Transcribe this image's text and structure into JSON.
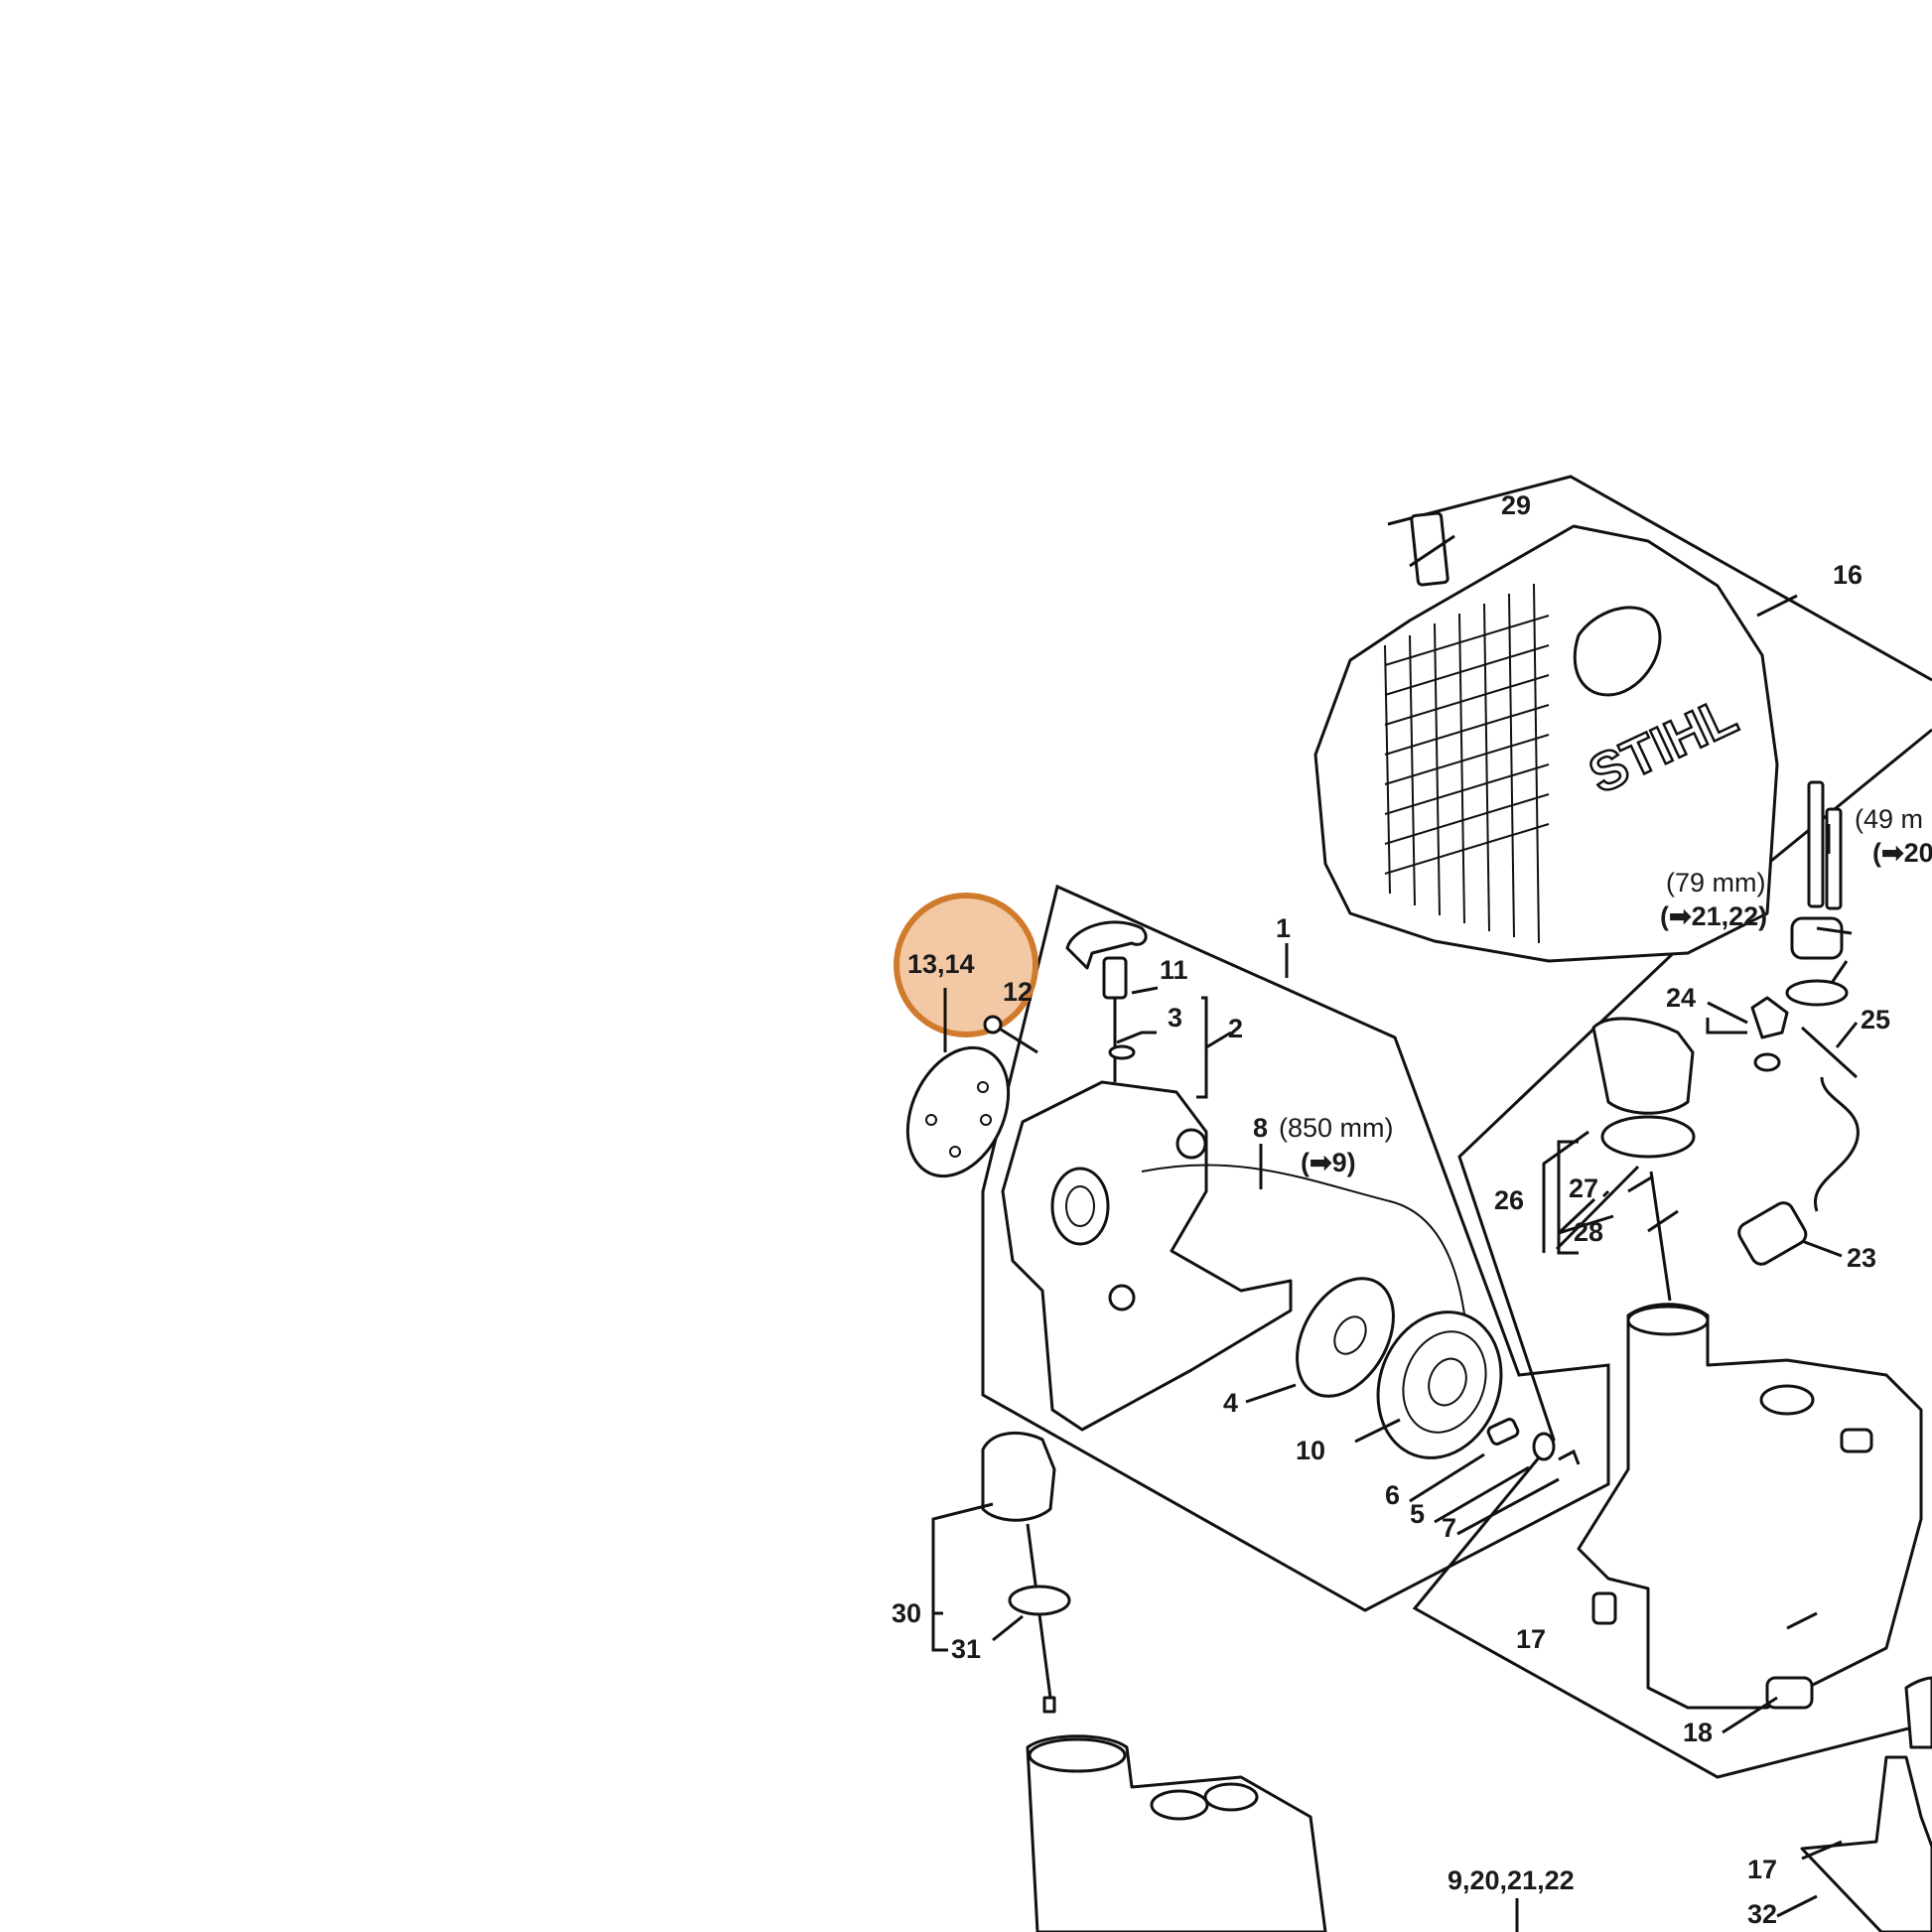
{
  "diagram": {
    "highlight": {
      "label": "13,14",
      "fill": "#f2c9a4",
      "stroke": "#d07a2c"
    },
    "logo_text": "STIHL",
    "labels": {
      "l1": "1",
      "l2": "2",
      "l3": "3",
      "l4": "4",
      "l5": "5",
      "l6": "6",
      "l7": "7",
      "l8": "8",
      "l8_len": "(850 mm)",
      "l8_ref": "(➡9)",
      "l10": "10",
      "l11": "11",
      "l12": "12",
      "l16": "16",
      "l17a": "17",
      "l17b": "17",
      "l18": "18",
      "l23": "23",
      "l24": "24",
      "l25": "25",
      "l26": "26",
      "l27": "27",
      "l28": "28",
      "l29": "29",
      "l30": "30",
      "l31": "31",
      "l32": "32",
      "l79": "(79 mm)",
      "l79_ref": "(➡21,22)",
      "l49": "(49 m",
      "l49_ref": "(➡20",
      "l9_20": "9,20,21,22"
    }
  }
}
